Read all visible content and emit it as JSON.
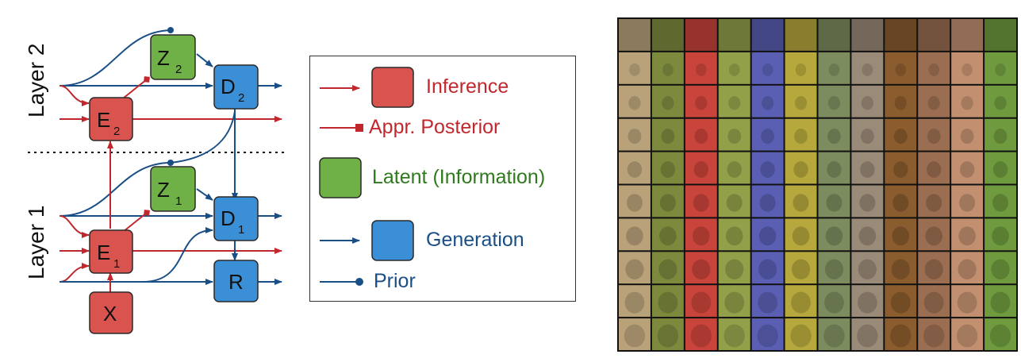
{
  "diagram": {
    "layer_labels": [
      "Layer 2",
      "Layer 1"
    ],
    "nodes": {
      "z2": {
        "label": "Z",
        "sub": "2"
      },
      "d2": {
        "label": "D",
        "sub": "2"
      },
      "e2": {
        "label": "E",
        "sub": "2"
      },
      "z1": {
        "label": "Z",
        "sub": "1"
      },
      "d1": {
        "label": "D",
        "sub": "1"
      },
      "e1": {
        "label": "E",
        "sub": "1"
      },
      "r": {
        "label": "R",
        "sub": ""
      },
      "x": {
        "label": "X",
        "sub": ""
      }
    }
  },
  "legend": {
    "items": [
      {
        "key": "inference",
        "text": "Inference",
        "color": "#c0282d"
      },
      {
        "key": "posterior",
        "text": "Appr. Posterior",
        "color": "#c0282d"
      },
      {
        "key": "latent",
        "text": "Latent (Information)",
        "color": "#2f7a1c"
      },
      {
        "key": "generation",
        "text": "Generation",
        "color": "#1a4f86"
      },
      {
        "key": "prior",
        "text": "Prior",
        "color": "#1a4f86"
      }
    ]
  },
  "colors": {
    "inference_red": "#c0282d",
    "generation_blue": "#1a4f86",
    "box_red": "#d9534f",
    "box_green": "#6fb146",
    "box_blue": "#3a8fd6"
  },
  "sample_grid": {
    "rows": 10,
    "columns": 12,
    "column_colors": [
      "#b9a27a",
      "#7d8a3e",
      "#c9443a",
      "#93a04a",
      "#5a5fb3",
      "#b6a83c",
      "#7c8c5e",
      "#9a8a78",
      "#8a5c2e",
      "#9b6e52",
      "#c29070",
      "#6f9a3e"
    ]
  }
}
